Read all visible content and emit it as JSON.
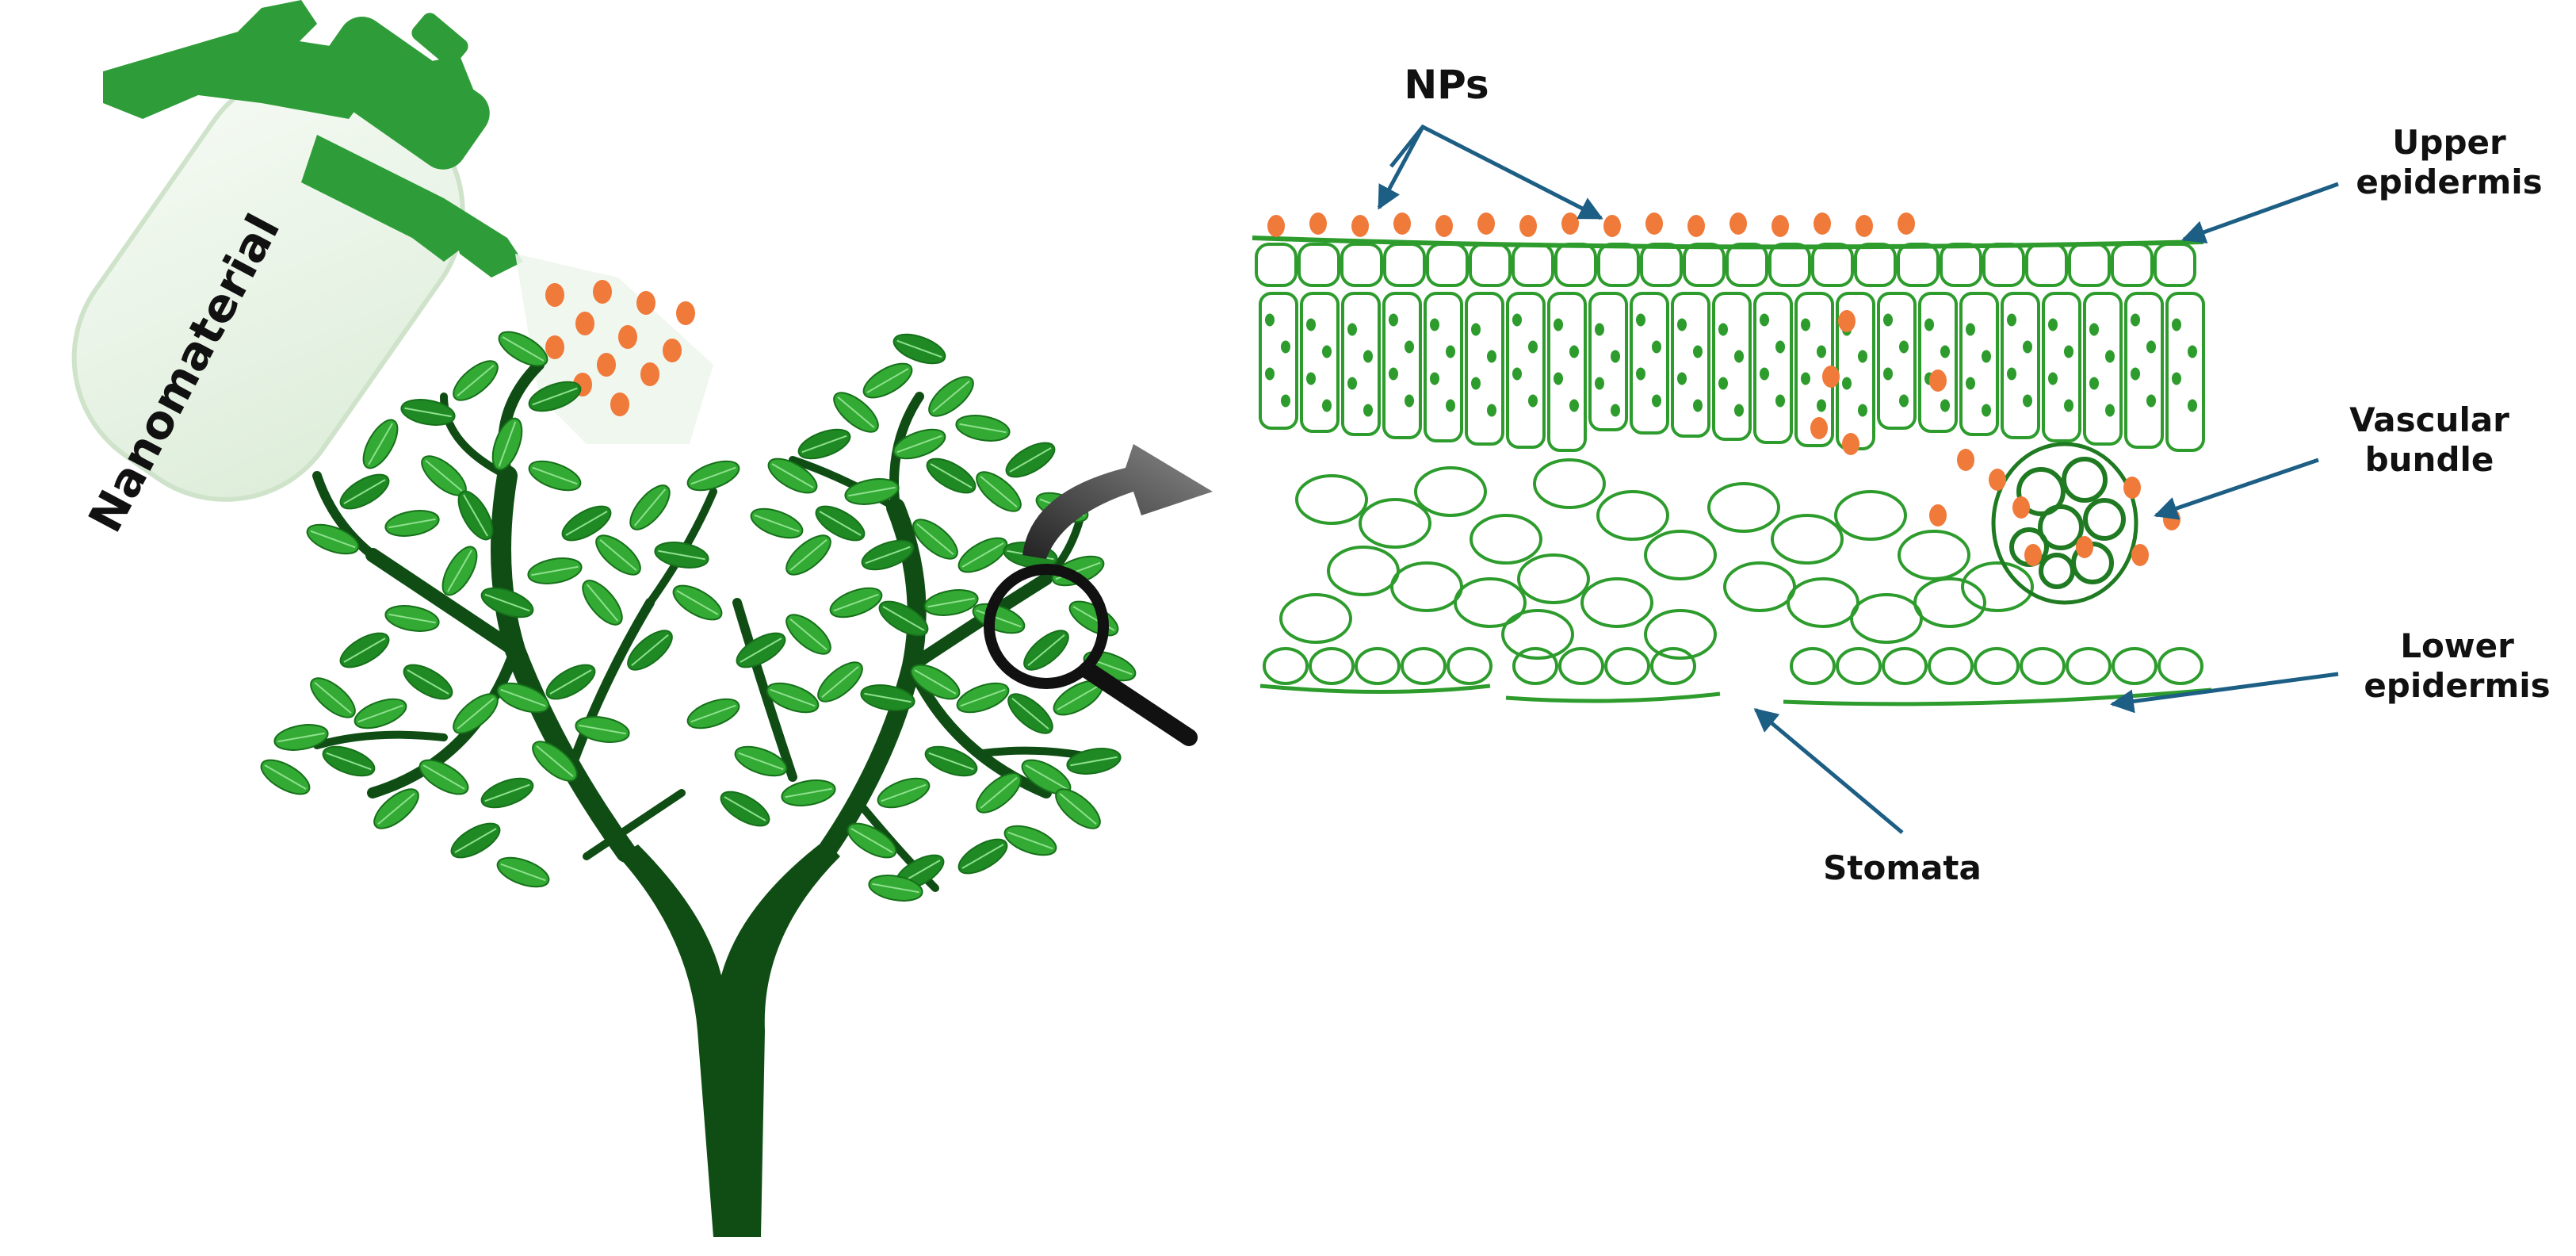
{
  "figure": {
    "sprayer_label": "Nanomaterial",
    "labels": {
      "nps": "NPs",
      "upper_epidermis": [
        "Upper",
        "epidermis"
      ],
      "vascular_bundle": [
        "Vascular",
        "bundle"
      ],
      "lower_epidermis": [
        "Lower",
        "epidermis"
      ],
      "stomata": "Stomata"
    }
  },
  "colors": {
    "leaf_green": "#33aa33",
    "leaf_dark_green": "#1f8a24",
    "tree_trunk": "#0f4d14",
    "sprayer_green": "#2e9c38",
    "bottle_body": "#eef6ec",
    "cell_outline": "#2d9c2d",
    "nanoparticle_orange": "#f07a3a",
    "arrow_blue": "#1c5e84",
    "magnifier": "#111111",
    "curved_arrow": "#555555"
  },
  "icons": {
    "sprayer": "spray-bottle-icon",
    "magnifier": "magnifying-glass-icon",
    "curved_arrow": "curved-arrow-icon"
  }
}
